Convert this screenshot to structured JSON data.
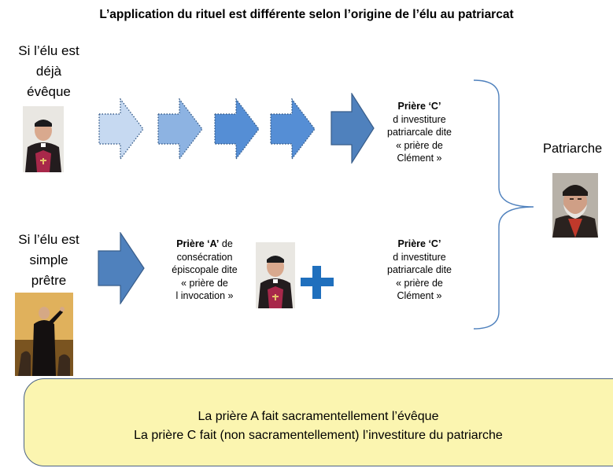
{
  "title": "L’application du rituel est différente selon l’origine de l’élu au patriarcat",
  "case_bishop": {
    "lines": [
      "Si l’élu est",
      "déjà",
      "évêque"
    ]
  },
  "case_priest": {
    "lines": [
      "Si l’élu est",
      "simple",
      "prêtre"
    ]
  },
  "patriarch_label": "Patriarche",
  "prayer_c_top": {
    "name": "Prière ‘C’",
    "lines": [
      "d investiture",
      "patriarcale dite",
      "« prière de",
      "Clément »"
    ]
  },
  "prayer_a": {
    "name": "Prière ‘A’",
    "name_suffix": " de",
    "lines": [
      "consécration",
      "épiscopale dite",
      "« prière de",
      "l invocation »"
    ]
  },
  "prayer_c_bottom": {
    "name": "Prière ‘C’",
    "lines": [
      "d investiture",
      "patriarcale dite",
      "« prière de",
      "Clément »"
    ]
  },
  "plus_symbol": "+",
  "note": {
    "line1": "La prière A fait sacramentellement l’évêque",
    "line2": "La prière C fait (non sacramentellement) l’investiture du patriarche"
  },
  "colors": {
    "arrow_light": "#c6d9f1",
    "arrow_mid": "#8db3e2",
    "arrow_main": "#558ed5",
    "arrow_dark": "#4f81bd",
    "arrow_border": "#385d8a",
    "bracket": "#4f81bd",
    "plus": "#1f6fbd",
    "note_bg": "#fbf5b0"
  }
}
